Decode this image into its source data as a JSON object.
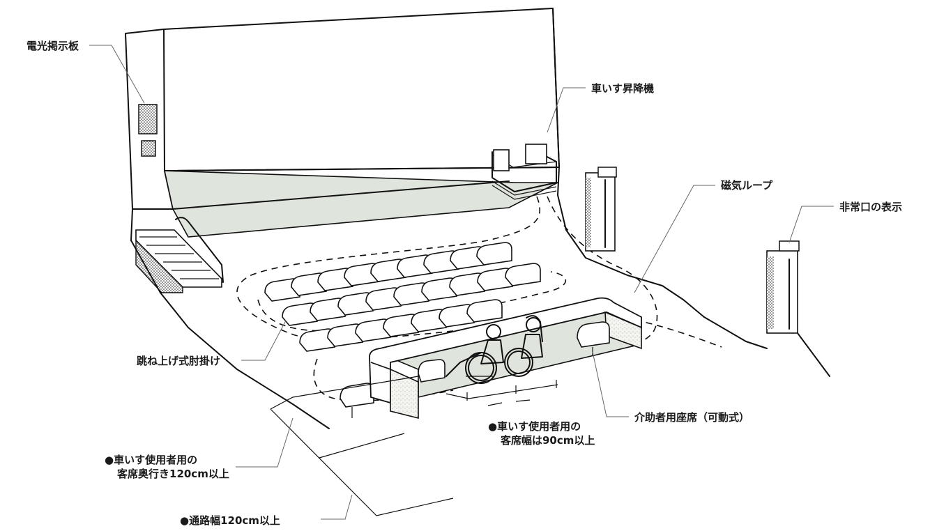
{
  "labels": {
    "display_board": "電光掲示板",
    "wheelchair_lift": "車いす昇降機",
    "magnetic_loop": "磁気ループ",
    "emergency_exit_sign": "非常口の表示",
    "flip_up_armrest": "跳ね上げ式肘掛け",
    "caregiver_seat": "介助者用座席（可動式）",
    "wheelchair_width_line1": "●車いす使用者用の",
    "wheelchair_width_line2": "客席幅は90cm以上",
    "wheelchair_depth_line1": "●車いす使用者用の",
    "wheelchair_depth_line2": "客席奥行き120cm以上",
    "aisle_width": "●通路幅120cm以上"
  },
  "colors": {
    "line": "#111111",
    "floor_tint": "#dfe5dc",
    "leader": "#666666"
  }
}
